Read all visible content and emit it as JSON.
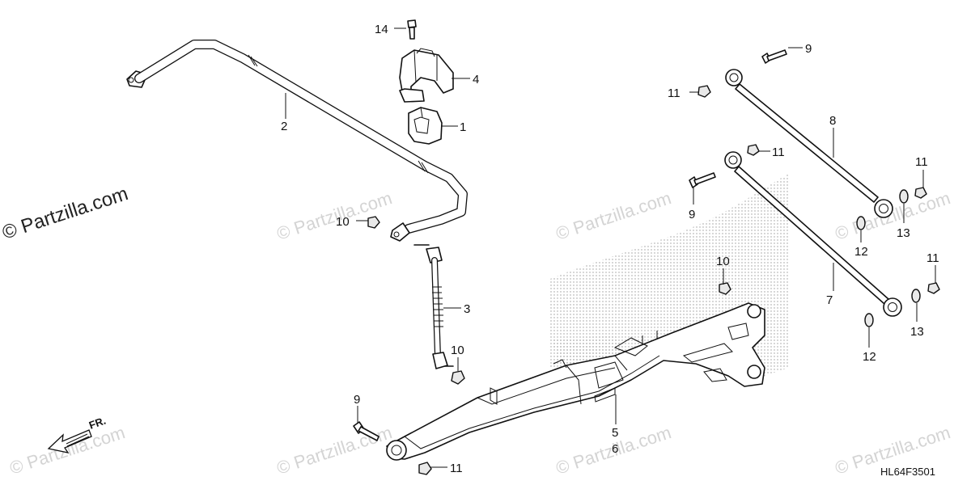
{
  "watermarks": {
    "main": "© Partzilla.com",
    "tile": "© Partzilla.com"
  },
  "diagram_code": "HL64F3501",
  "front_arrow_label": "FR.",
  "callouts": {
    "c14": "14",
    "c4": "4",
    "c1": "1",
    "c2": "2",
    "c10a": "10",
    "c3": "3",
    "c10b": "10",
    "c9a": "9",
    "c11a": "11",
    "c5": "5",
    "c6": "6",
    "c9b": "9",
    "c11b": "11",
    "c8": "8",
    "c11c": "11",
    "c9c": "9",
    "c10c": "10",
    "c11d": "11",
    "c13a": "13",
    "c12a": "12",
    "c7": "7",
    "c11e": "11",
    "c13b": "13",
    "c12b": "12"
  }
}
